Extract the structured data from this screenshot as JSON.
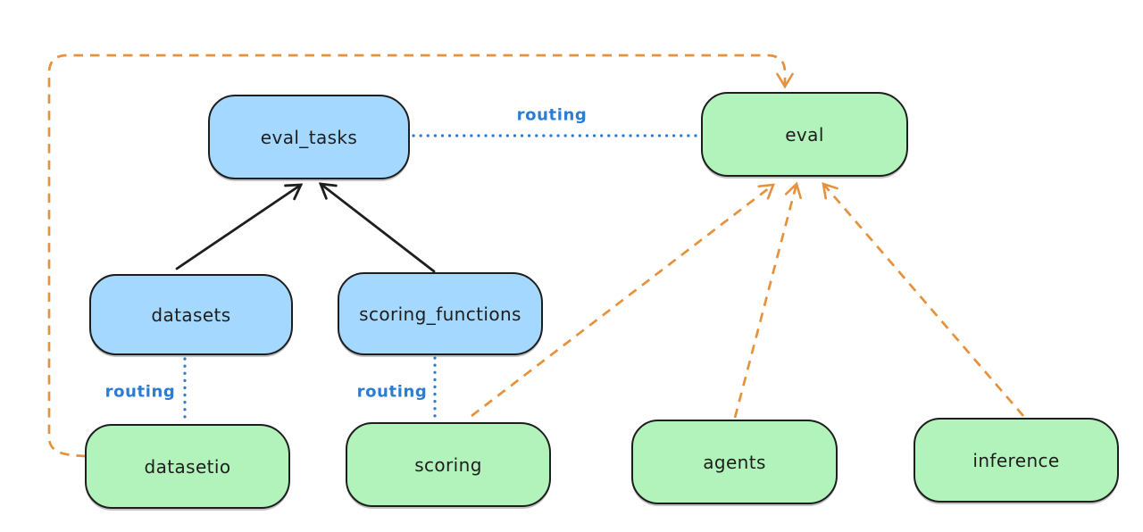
{
  "diagram": {
    "background": "#ffffff",
    "colors": {
      "api_fill": "#a5d8ff",
      "provider_fill": "#b2f2bb",
      "stroke": "#1e1e1e",
      "routing_blue": "#2b7cd3",
      "provider_orange": "#e6913c"
    },
    "nodes": [
      {
        "id": "eval_tasks",
        "label": "eval_tasks",
        "kind": "resource"
      },
      {
        "id": "eval",
        "label": "eval",
        "kind": "provider-api"
      },
      {
        "id": "datasets",
        "label": "datasets",
        "kind": "resource"
      },
      {
        "id": "scoring_functions",
        "label": "scoring_functions",
        "kind": "resource"
      },
      {
        "id": "datasetio",
        "label": "datasetio",
        "kind": "provider-api"
      },
      {
        "id": "scoring",
        "label": "scoring",
        "kind": "provider-api"
      },
      {
        "id": "agents",
        "label": "agents",
        "kind": "provider-api"
      },
      {
        "id": "inference",
        "label": "inference",
        "kind": "provider-api"
      }
    ],
    "edges": [
      {
        "from": "datasets",
        "to": "eval_tasks",
        "style": "solid",
        "color": "black",
        "arrow": true
      },
      {
        "from": "scoring_functions",
        "to": "eval_tasks",
        "style": "solid",
        "color": "black",
        "arrow": true
      },
      {
        "from": "eval_tasks",
        "to": "eval",
        "style": "dotted",
        "color": "blue",
        "arrow": false,
        "label": "routing"
      },
      {
        "from": "datasets",
        "to": "datasetio",
        "style": "dotted",
        "color": "blue",
        "arrow": false,
        "label": "routing"
      },
      {
        "from": "scoring_functions",
        "to": "scoring",
        "style": "dotted",
        "color": "blue",
        "arrow": false,
        "label": "routing"
      },
      {
        "from": "datasetio",
        "to": "eval",
        "style": "dashed",
        "color": "orange",
        "arrow": true
      },
      {
        "from": "scoring",
        "to": "eval",
        "style": "dashed",
        "color": "orange",
        "arrow": true
      },
      {
        "from": "agents",
        "to": "eval",
        "style": "dashed",
        "color": "orange",
        "arrow": true
      },
      {
        "from": "inference",
        "to": "eval",
        "style": "dashed",
        "color": "orange",
        "arrow": true
      }
    ]
  }
}
